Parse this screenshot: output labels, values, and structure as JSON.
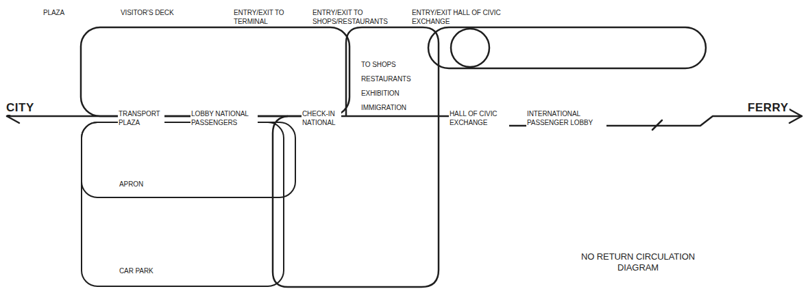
{
  "diagram": {
    "nodes": [
      {
        "text": [
          "CAR PARK"
        ]
      },
      {
        "text": [
          "APRON"
        ]
      },
      {
        "text": [
          "TO SHOPS RESTAURANTS EXHIBITION IMMIGRATION"
        ]
      }
    ],
    "labels": [
      "PLAZA",
      "VISITOR'S DECK",
      "ENTRY/EXIT TO TERMINAL",
      "ENTRY/EXIT TO SHOPS/RESTAURANTS",
      "ENTRY/EXIT HALL OF CIVIC EXCHANGE",
      "CITY",
      "TRANSPORT PLAZA",
      "LOBBY NATIONAL PASSENGERS",
      "CHECK-IN NATIONAL",
      "HALL OF CIVIC EXCHANGE",
      "INTERNATIONAL PASSENGER LOBBY",
      "FERRY",
      "NO RETURN CIRCULATION DIAGRAM"
    ]
  }
}
